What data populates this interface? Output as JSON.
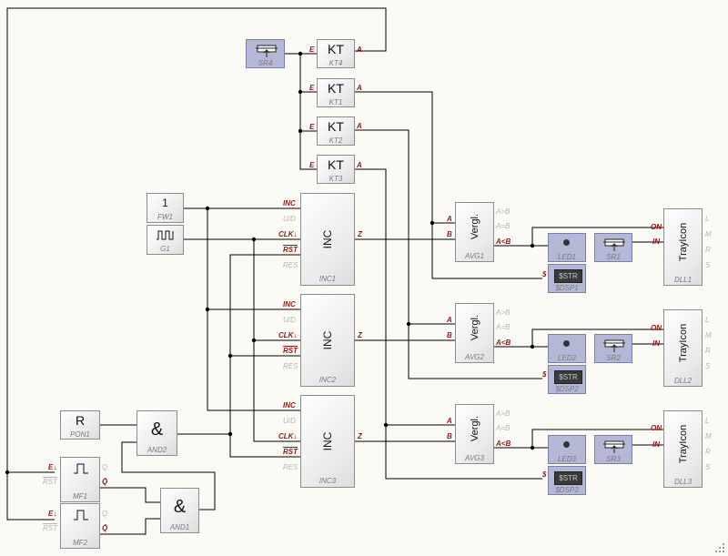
{
  "blocks": {
    "sr4": {
      "sub": "SR4"
    },
    "kt4": {
      "sym": "KT",
      "sub": "KT4",
      "in": "E",
      "out": "A"
    },
    "kt1": {
      "sym": "KT",
      "sub": "KT1",
      "in": "E",
      "out": "A"
    },
    "kt2": {
      "sym": "KT",
      "sub": "KT2",
      "in": "E",
      "out": "A"
    },
    "kt3": {
      "sym": "KT",
      "sub": "KT3",
      "in": "E",
      "out": "A"
    },
    "fw1": {
      "sym": "1",
      "sub": "FW1"
    },
    "g1": {
      "sym": "⎍⎍",
      "sub": "G1"
    },
    "pon1": {
      "sym": "R",
      "sub": "PON1"
    },
    "and2": {
      "sym": "&",
      "sub": "AND2"
    },
    "and1": {
      "sym": "&",
      "sub": "AND1"
    },
    "mf1": {
      "sub": "MF1"
    },
    "mf2": {
      "sub": "MF2"
    },
    "inc1": {
      "sym": "INC",
      "sub": "INC1"
    },
    "inc2": {
      "sym": "INC",
      "sub": "INC2"
    },
    "inc3": {
      "sym": "INC",
      "sub": "INC3"
    },
    "avg1": {
      "sym": "Vergl.",
      "sub": "AVG1"
    },
    "avg2": {
      "sym": "Vergl.",
      "sub": "AVG2"
    },
    "avg3": {
      "sym": "Vergl.",
      "sub": "AVG3"
    },
    "led1": {
      "sub": "LED1"
    },
    "led2": {
      "sub": "LED2"
    },
    "led3": {
      "sub": "LED3"
    },
    "sdsp1": {
      "sym": "$STR",
      "sub": "$DSP1"
    },
    "sdsp2": {
      "sym": "$STR",
      "sub": "$DSP2"
    },
    "sdsp3": {
      "sym": "$STR",
      "sub": "$DSP3"
    },
    "sr1": {
      "sub": "SR1"
    },
    "sr2": {
      "sub": "SR2"
    },
    "sr3": {
      "sub": "SR3"
    },
    "dll1": {
      "sym": "TrayIcon",
      "sub": "DLL1"
    },
    "dll2": {
      "sym": "TrayIcon",
      "sub": "DLL2"
    },
    "dll3": {
      "sym": "TrayIcon",
      "sub": "DLL3"
    }
  },
  "pins": {
    "inc_in": [
      "INC",
      "U/D",
      "CLK↓",
      "RST",
      "RES"
    ],
    "inc_out": "Z",
    "avg_in": [
      "A",
      "B"
    ],
    "avg_out": [
      "A>B",
      "A=B",
      "A<B"
    ],
    "dll_in": [
      "ON",
      "IN"
    ],
    "dll_out": [
      "L",
      "M",
      "R",
      "S"
    ],
    "mf_in": [
      "E↓",
      "RST"
    ],
    "mf_out": [
      "Q",
      "Q̄"
    ],
    "dsp_in": "$"
  },
  "colors": {
    "wire": "#000000",
    "pin_active": "#8b1a1a",
    "pin_inactive": "#b4b4b4",
    "slider_block": "#b4b7d6",
    "background": "#fbfaf4"
  }
}
